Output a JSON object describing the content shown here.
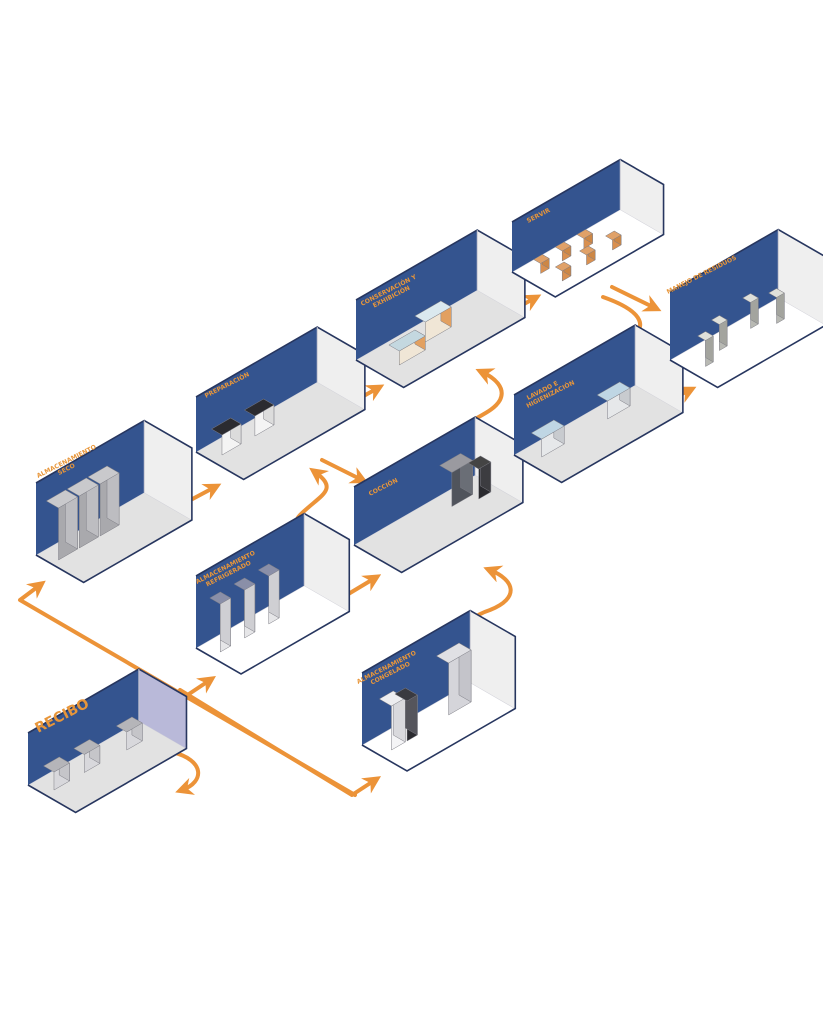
{
  "diagram": {
    "title": "Flujo de servicio de alimentos",
    "colors": {
      "arrow": "#ec9338",
      "label": "#e8963a",
      "back_wall": "#34548f",
      "side_wall": "#efefef",
      "floor": "#e2e2e2",
      "outline": "#27365f"
    },
    "rooms": [
      {
        "id": "recibo",
        "label_lines": [
          "RECIBO"
        ],
        "equipment": "mesas de trabajo"
      },
      {
        "id": "almacenamiento-seco",
        "label_lines": [
          "ALMACENAMIENTO",
          "SECO"
        ],
        "equipment": "estanterías"
      },
      {
        "id": "almacenamiento-refrigerado",
        "label_lines": [
          "ALMACENAMIENTO",
          "REFRIGERADO"
        ],
        "equipment": "refrigeradores verticales"
      },
      {
        "id": "almacenamiento-congelado",
        "label_lines": [
          "ALMACENAMIENTO",
          "CONGELADO"
        ],
        "equipment": "congeladores"
      },
      {
        "id": "preparacion",
        "label_lines": [
          "PREPARACIÓN"
        ],
        "equipment": "mesas refrigeradas"
      },
      {
        "id": "coccion",
        "label_lines": [
          "COCCIÓN"
        ],
        "equipment": "hornos"
      },
      {
        "id": "conservacion-exhibicion",
        "label_lines": [
          "CONSERVACIÓN Y",
          "EXHIBICIÓN"
        ],
        "equipment": "vitrinas"
      },
      {
        "id": "servir",
        "label_lines": [
          "SERVIR"
        ],
        "equipment": "mesas y sillas"
      },
      {
        "id": "lavado-higienizacion",
        "label_lines": [
          "LAVADO E",
          "HIGIENIZACIÓN"
        ],
        "equipment": "lavaderos"
      },
      {
        "id": "manejo-residuos",
        "label_lines": [
          "MANEJO DE RESIDUOS"
        ],
        "equipment": "contenedores"
      }
    ],
    "flows": [
      {
        "from": "recibo",
        "to": "almacenamiento-refrigerado"
      },
      {
        "from": "recibo",
        "to": "almacenamiento-seco"
      },
      {
        "from": "recibo",
        "to": "almacenamiento-congelado"
      },
      {
        "from": "recibo",
        "to": "recibo"
      },
      {
        "from": "almacenamiento-seco",
        "to": "preparacion"
      },
      {
        "from": "almacenamiento-refrigerado",
        "to": "preparacion"
      },
      {
        "from": "almacenamiento-refrigerado",
        "to": "coccion"
      },
      {
        "from": "almacenamiento-congelado",
        "to": "coccion"
      },
      {
        "from": "preparacion",
        "to": "conservacion-exhibicion"
      },
      {
        "from": "preparacion",
        "to": "coccion"
      },
      {
        "from": "coccion",
        "to": "conservacion-exhibicion"
      },
      {
        "from": "conservacion-exhibicion",
        "to": "servir"
      },
      {
        "from": "servir",
        "to": "manejo-residuos"
      },
      {
        "from": "servir",
        "to": "lavado-higienizacion"
      },
      {
        "from": "lavado-higienizacion",
        "to": "manejo-residuos"
      }
    ]
  }
}
